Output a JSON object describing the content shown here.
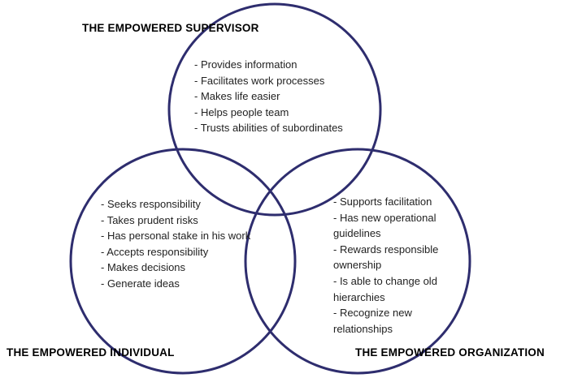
{
  "diagram": {
    "circle_color": "#2e2d6e",
    "circles": {
      "supervisor": {
        "title": "THE EMPOWERED SUPERVISOR",
        "items": [
          "- Provides information",
          "- Facilitates work processes",
          "- Makes life easier",
          "- Helps people team",
          "- Trusts abilities of subordinates"
        ]
      },
      "individual": {
        "title": "THE EMPOWERED INDIVIDUAL",
        "items": [
          "- Seeks responsibility",
          "- Takes prudent risks",
          "- Has personal stake in his work",
          "- Accepts responsibility",
          "- Makes decisions",
          "- Generate ideas"
        ]
      },
      "organization": {
        "title": "THE EMPOWERED ORGANIZATION",
        "items": [
          "- Supports facilitation",
          "- Has new operational guidelines",
          "- Rewards responsible ownership",
          "- Is able to change old hierarchies",
          "- Recognize new relationships"
        ]
      }
    }
  }
}
